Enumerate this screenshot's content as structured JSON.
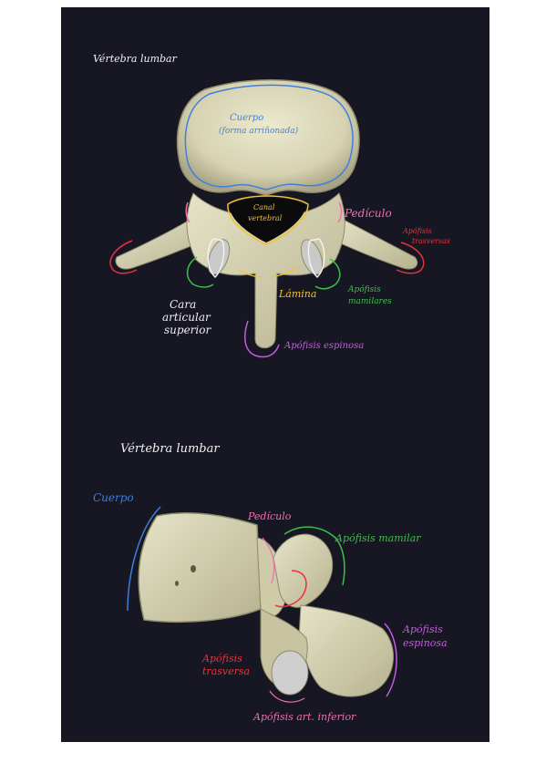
{
  "figure_top": {
    "title": "Vértebra lumbar",
    "labels": {
      "cuerpo": "Cuerpo",
      "cuerpo_note": "(forma arriñonada)",
      "canal_line1": "Canal",
      "canal_line2": "vertebral",
      "pediculo": "Pedículo",
      "apofisis_trasversas_line1": "Apófisis",
      "apofisis_trasversas_line2": "trasversas",
      "apofisis_mamilares_line1": "Apófisis",
      "apofisis_mamilares_line2": "mamilares",
      "lamina": "Lámina",
      "cara_line1": "Cara",
      "cara_line2": "articular",
      "cara_line3": "superior",
      "apofisis_espinosa": "Apófisis espinosa"
    }
  },
  "figure_bottom": {
    "title": "Vértebra lumbar",
    "labels": {
      "cuerpo": "Cuerpo",
      "pediculo": "Pedículo",
      "apofisis_mamilar": "Apófisis mamilar",
      "apofisis_espinosa_line1": "Apófisis",
      "apofisis_espinosa_line2": "espinosa",
      "apofisis_trasversa_line1": "Apófisis",
      "apofisis_trasversa_line2": "trasversa",
      "apofisis_art_inferior": "Apófisis art. inferior"
    }
  },
  "colors": {
    "background": "#161722",
    "bone": "#d9d6b8",
    "blue": "#3d7fe0",
    "yellow": "#f2c12e",
    "pink": "#f06fb0",
    "red": "#e8323c",
    "green": "#3dbf4a",
    "white": "#f2f2f2",
    "purple": "#c55be0"
  }
}
